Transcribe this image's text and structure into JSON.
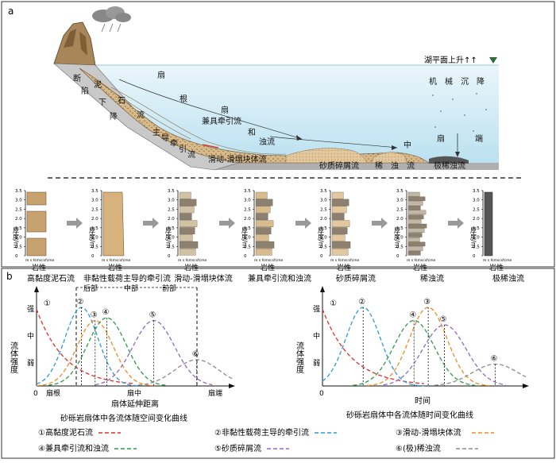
{
  "panel_a": {
    "label": "a",
    "lake_level": "湖平面上升↑↑",
    "regions": {
      "fault_depression": [
        "断",
        "陷"
      ],
      "mudstone_downfall": [
        "泥",
        "下",
        "石",
        "降",
        "流"
      ],
      "fan_root": [
        "扇",
        "根"
      ],
      "main_traction": [
        "主",
        "导",
        "牵",
        "引",
        "流"
      ],
      "traction_turbidity": [
        "兼具牵引流",
        "和",
        "浊流"
      ],
      "slide_slump": "滑动-滑塌块体流",
      "gravel_debris": "砂质碎屑流",
      "dilute_turbidity": "稀　浊　流",
      "extreme_dilute": "极稀浊流",
      "fan_mid": "中",
      "fan_end": [
        "扇",
        "端"
      ],
      "fan_lower": "扇",
      "mechanical_settling": "机　械　沉　降"
    },
    "log_common": {
      "y_axis_label": "厚度/m",
      "ticks": [
        "3.5",
        "3.0",
        "2.5",
        "2.0",
        "1.5",
        "1.0",
        "0.5",
        "0"
      ],
      "grain_scale": "m s fsmscsfcme",
      "lithology_label": "岩性"
    },
    "logs": [
      {
        "name": "高黏度泥石流"
      },
      {
        "name": "非黏性载荷主导的牵引流"
      },
      {
        "name": "滑动-滑塌块体流"
      },
      {
        "name": "兼具牵引流和浊流"
      },
      {
        "name": "砂质碎屑流"
      },
      {
        "name": "稀浊流"
      },
      {
        "name": "极稀浊流"
      }
    ]
  },
  "panel_b": {
    "label": "b",
    "left_chart": {
      "ylabel": "流体强度",
      "y_levels": [
        "强",
        "中",
        "弱"
      ],
      "zones": [
        "后部",
        "中部",
        "前部"
      ],
      "x_ticks": [
        "扇根",
        "扇中",
        "扇端"
      ],
      "xlabel": "扇体延伸距离",
      "origin": "0",
      "caption": "砂砾岩扇体中各流体随空间变化曲线"
    },
    "right_chart": {
      "ylabel": "流体强度",
      "y_levels": [
        "强",
        "中",
        "弱"
      ],
      "xlabel": "时间",
      "origin": "0",
      "caption": "砂砾岩扇体中各流体随时间变化曲线"
    },
    "legend": [
      {
        "id": "①",
        "label": "高黏度泥石流",
        "color": "#e0312b"
      },
      {
        "id": "②",
        "label": "非黏性载荷主导的牵引流",
        "color": "#2e9ad6"
      },
      {
        "id": "③",
        "label": "滑动-滑塌块体流",
        "color": "#f08a1e"
      },
      {
        "id": "④",
        "label": "兼具牵引流和浊流",
        "color": "#2e9a4a"
      },
      {
        "id": "⑤",
        "label": "砂质碎屑流",
        "color": "#8a6cc6"
      },
      {
        "id": "⑥",
        "label": "(极)稀浊流",
        "color": "#8c8c8c"
      }
    ]
  },
  "chart_data": [
    {
      "type": "line",
      "title": "砂砾岩扇体中各流体随空间变化曲线",
      "xlabel": "扇体延伸距离",
      "ylabel": "流体强度",
      "x_ticks": [
        "扇根",
        "扇中",
        "扇端"
      ],
      "y_levels": [
        "强",
        "中",
        "弱"
      ],
      "series": [
        {
          "name": "高黏度泥石流",
          "label": "①",
          "peak_x": 0.0,
          "peak_y": 0.88,
          "shape": "decay"
        },
        {
          "name": "非黏性载荷主导的牵引流",
          "label": "②",
          "peak_x": 0.23,
          "peak_y": 0.9
        },
        {
          "name": "滑动-滑塌块体流",
          "label": "③",
          "peak_x": 0.3,
          "peak_y": 0.75
        },
        {
          "name": "兼具牵引流和浊流",
          "label": "④",
          "peak_x": 0.36,
          "peak_y": 0.78
        },
        {
          "name": "砂质碎屑流",
          "label": "⑤",
          "peak_x": 0.6,
          "peak_y": 0.75
        },
        {
          "name": "(极)稀浊流",
          "label": "⑥",
          "peak_x": 0.82,
          "peak_y": 0.3
        }
      ]
    },
    {
      "type": "line",
      "title": "砂砾岩扇体中各流体随时间变化曲线",
      "xlabel": "时间",
      "ylabel": "流体强度",
      "y_levels": [
        "强",
        "中",
        "弱"
      ],
      "series": [
        {
          "name": "高黏度泥石流",
          "label": "①",
          "peak_x": 0.0,
          "peak_y": 0.88,
          "shape": "decay"
        },
        {
          "name": "非黏性载荷主导的牵引流",
          "label": "②",
          "peak_x": 0.2,
          "peak_y": 0.9
        },
        {
          "name": "滑动-滑塌块体流",
          "label": "③",
          "peak_x": 0.52,
          "peak_y": 0.9
        },
        {
          "name": "兼具牵引流和浊流",
          "label": "④",
          "peak_x": 0.45,
          "peak_y": 0.75
        },
        {
          "name": "砂质碎屑流",
          "label": "⑤",
          "peak_x": 0.6,
          "peak_y": 0.7
        },
        {
          "name": "(极)稀浊流",
          "label": "⑥",
          "peak_x": 0.85,
          "peak_y": 0.25
        }
      ]
    }
  ]
}
